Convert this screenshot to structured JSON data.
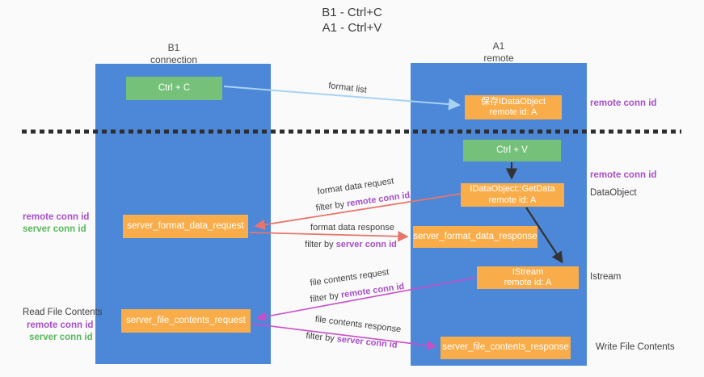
{
  "title": {
    "line1": "B1 - Ctrl+C",
    "line2": "A1 - Ctrl+V"
  },
  "columns": {
    "left": {
      "name": "B1",
      "role": "connection"
    },
    "right": {
      "name": "A1",
      "role": "remote"
    }
  },
  "boxes": {
    "ctrl_c": "Ctrl + C",
    "ctrl_v": "Ctrl + V",
    "save_idataobject": {
      "line1": "保存IDataObject",
      "line2": "remote id: A"
    },
    "idataobject_getdata": {
      "line1": "IDataObject::GetData",
      "line2": "remote id: A"
    },
    "istream": {
      "line1": "IStream",
      "line2": "remote id: A"
    },
    "server_format_data_request": "server_format_data_request",
    "server_format_data_response": "server_format_data_response",
    "server_file_contents_request": "server_file_contents_request",
    "server_file_contents_response": "server_file_contents_response"
  },
  "edge_labels": {
    "format_list": "format list",
    "format_data_request": "format data request",
    "format_data_response": "format data response",
    "file_contents_request": "file contents request",
    "file_contents_response": "file contents response",
    "filter_by": "filter by ",
    "remote_conn_id": "remote conn id",
    "server_conn_id": "server conn id"
  },
  "left_labels": {
    "remote_conn_id": "remote conn id",
    "server_conn_id": "server conn id",
    "read_file_contents": "Read File Contents",
    "remote_conn_id_2": "remote conn id",
    "server_conn_id_2": "server conn id"
  },
  "right_labels": {
    "remote_conn_id_top": "remote conn id",
    "remote_conn_id_mid": "remote conn id",
    "dataobject": "DataObject",
    "istream": "Istream",
    "write_file_contents": "Write File Contents"
  },
  "colors": {
    "column_blue": "#4c87d8",
    "box_green": "#76c17a",
    "box_orange": "#f9ad4a",
    "arrow_lightblue": "#a9d2f2",
    "arrow_salmon": "#e8756b",
    "arrow_magenta": "#c94fc9",
    "arrow_black": "#333333",
    "text_purple": "#a64fc8",
    "text_green": "#58b85c",
    "background": "#fafafa"
  }
}
